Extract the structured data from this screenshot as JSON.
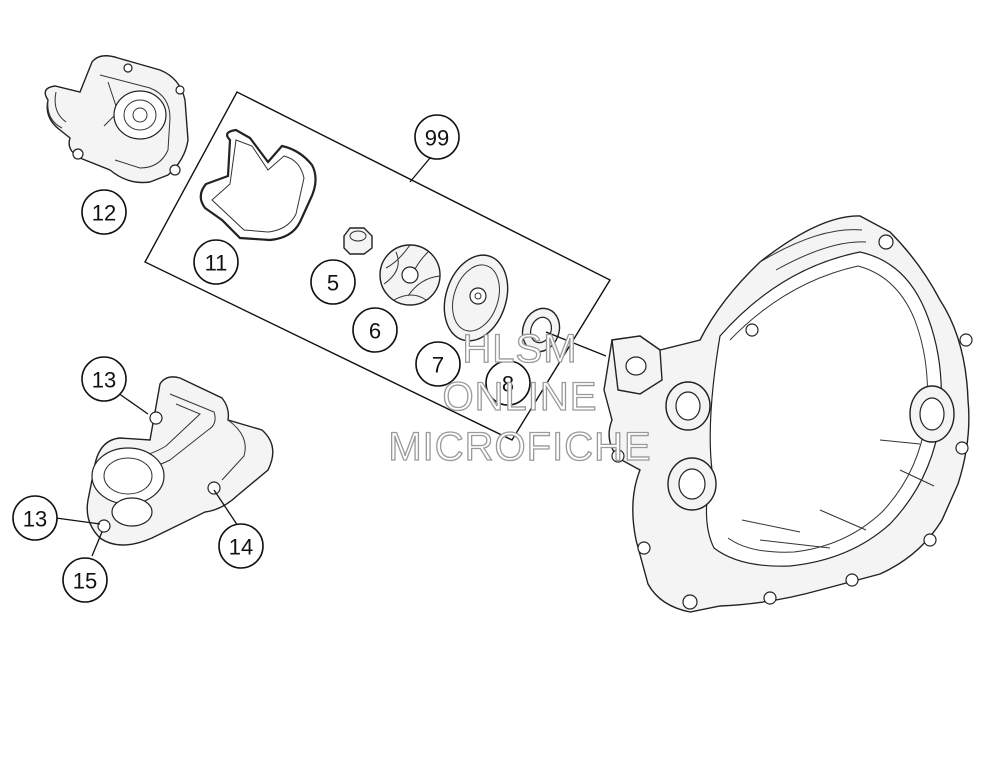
{
  "watermark": {
    "line1": "HLSM",
    "line2": "ONLINE",
    "line3": "MICROFICHE"
  },
  "callouts": {
    "c99": "99",
    "c12": "12",
    "c11": "11",
    "c5": "5",
    "c6": "6",
    "c7": "7",
    "c8": "8",
    "c13a": "13",
    "c13b": "13",
    "c14": "14",
    "c15": "15"
  },
  "colors": {
    "line": "#111111",
    "part_fill": "#f4f4f4",
    "watermark_stroke": "#9a9a9a"
  }
}
